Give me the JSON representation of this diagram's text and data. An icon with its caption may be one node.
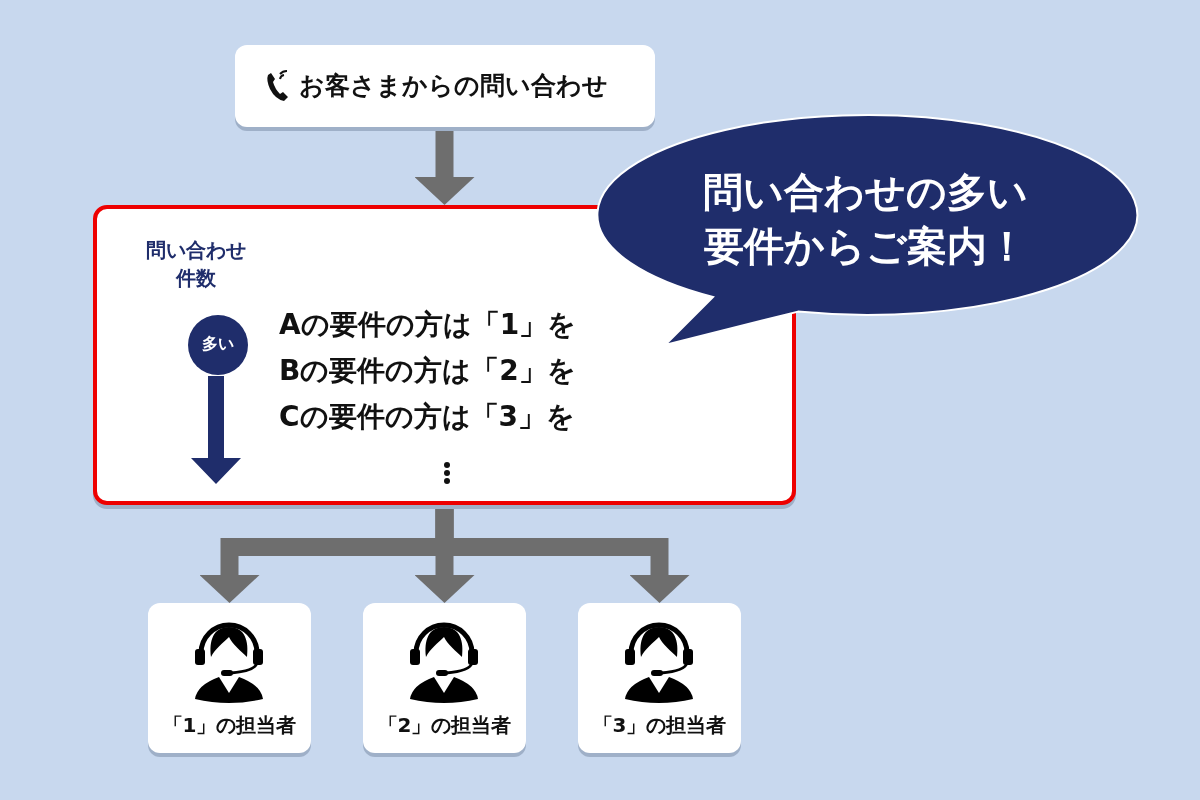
{
  "diagram": {
    "nodes": [
      {
        "text": [
          "お客さまからの問い合わせ"
        ]
      },
      {
        "text": [
          "問い合わせ件数",
          "Aの要件の方は「1」を",
          "Bの要件の方は「2」を",
          "Cの要件の方は「3」を"
        ]
      },
      {
        "text": [
          "多い"
        ],
        "in": 1
      },
      {
        "text": [
          "問い合わせの多い要件からご案内！"
        ]
      },
      {
        "text": [
          "「1」の担当者"
        ]
      },
      {
        "text": [
          "「2」の担当者"
        ]
      },
      {
        "text": [
          "「3」の担当者"
        ]
      }
    ],
    "edges": [
      {
        "from": 0,
        "to": 1,
        "arrow": "to"
      },
      {
        "from": 1,
        "to": 4,
        "arrow": "to"
      },
      {
        "from": 1,
        "to": 5,
        "arrow": "to"
      },
      {
        "from": 1,
        "to": 6,
        "arrow": "to"
      }
    ]
  }
}
